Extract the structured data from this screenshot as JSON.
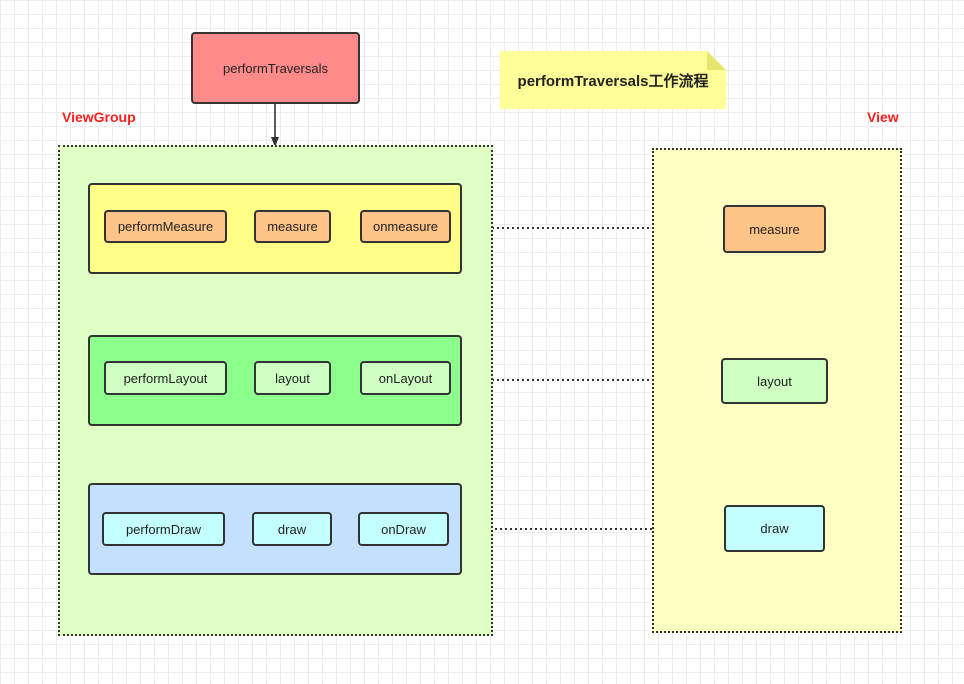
{
  "note": {
    "title": "performTraversals工作流程",
    "color": "#ffff99",
    "fold_color": "#e6e66e"
  },
  "root": {
    "label": "performTraversals",
    "color": "#ff8a8a"
  },
  "viewgroup": {
    "label": "ViewGroup",
    "color": "#e0ffc4",
    "stages": {
      "measure": {
        "color": "#ffff88",
        "node_color": "#ffc488",
        "nodes": [
          "performMeasure",
          "measure",
          "onmeasure"
        ]
      },
      "layout": {
        "color": "#8cff8c",
        "node_color": "#d0ffc4",
        "nodes": [
          "performLayout",
          "layout",
          "onLayout"
        ]
      },
      "draw": {
        "color": "#c4e0ff",
        "node_color": "#c4ffff",
        "nodes": [
          "performDraw",
          "draw",
          "onDraw"
        ]
      }
    }
  },
  "view": {
    "label": "View",
    "color": "#ffffc4",
    "nodes": {
      "measure": "measure",
      "layout": "layout",
      "draw": "draw"
    }
  },
  "label_color": "#ff2020",
  "line_color": "#333333"
}
